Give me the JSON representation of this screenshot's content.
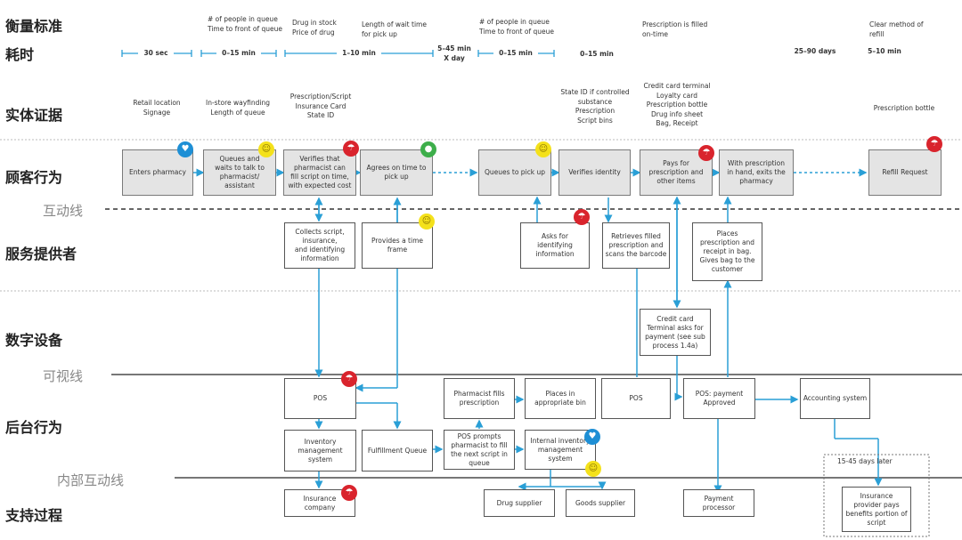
{
  "lanes": {
    "measure": "衡量标准",
    "time": "耗时",
    "evidence": "实体证据",
    "customer": "顾客行为",
    "interaction_line": "互动线",
    "provider": "服务提供者",
    "digital": "数字设备",
    "visibility_line": "可视线",
    "backstage": "后台行为",
    "internal_line": "内部互动线",
    "support": "支持过程"
  },
  "measures": {
    "m1": "# of people in queue\nTime to front of queue",
    "m2": "Drug in stock\nPrice of drug",
    "m3": "Length of wait time\nfor pick up",
    "m4": "# of people in queue\nTime to front of queue",
    "m5": "Prescription is filled\non-time",
    "m6": "Clear method of\nrefill"
  },
  "times": {
    "t1": "30 sec",
    "t2": "0–15 min",
    "t3": "1–10 min",
    "t4": "5–45 min\nX day",
    "t5": "0–15 min",
    "t6": "0–15 min",
    "t7": "25–90 days",
    "t8": "5–10 min"
  },
  "evidence": {
    "e1": "Retail location\nSignage",
    "e2": "In-store wayfinding\nLength of queue",
    "e3": "Prescription/Script\nInsurance Card\nState ID",
    "e4": "State ID if controlled\nsubstance\nPrescription\nScript bins",
    "e5": "Credit card terminal\nLoyalty card\nPrescription bottle\nDrug info sheet\nBag, Receipt",
    "e6": "Prescription bottle"
  },
  "customer": {
    "c1": "Enters pharmacy",
    "c2": "Queues and\nwaits to talk to\npharmacist/\nassistant",
    "c3": "Verifies that\npharmacist can\nfill script on time,\nwith expected cost",
    "c4": "Agrees on time to\npick up",
    "c5": "Queues to pick up",
    "c6": "Verifies identity",
    "c7": "Pays for\nprescription and\nother items",
    "c8": "With prescription\nin hand, exits the\npharmacy",
    "c9": "Refill Request"
  },
  "provider": {
    "p1": "Collects script,\ninsurance,\nand identifying\ninformation",
    "p2": "Provides a time\nframe",
    "p3": "Asks for\nidentifying\ninformation",
    "p4": "Retrieves filled\nprescription and\nscans the barcode",
    "p5": "Places\nprescription and\nreceipt in bag.\nGives bag to the\ncustomer"
  },
  "digital": {
    "d1": "Credit card\nTerminal asks for\npayment (see sub\nprocess 1.4a)"
  },
  "backstage": {
    "b1": "POS",
    "b2": "Inventory\nmanagement\nsystem",
    "b3": "Fulfillment Queue",
    "b4": "Pharmacist fills\nprescription",
    "b5": "Places in\nappropriate bin",
    "b6": "POS prompts\npharmacist to fill\nthe next script in\nqueue",
    "b7": "Internal inventory\nmanagement\nsystem",
    "b8": "POS",
    "b9": "POS: payment\nApproved",
    "b10": "Accounting system"
  },
  "support": {
    "s1": "Insurance\ncompany",
    "s2": "Drug supplier",
    "s3": "Goods supplier",
    "s4": "Payment\nprocessor",
    "s5_note": "15-45 days later",
    "s5": "Insurance\nprovider pays\nbenefits portion of\nscript"
  },
  "icons": {
    "heart": "heart-icon",
    "smile": "smile-icon",
    "umbrella": "umbrella-icon",
    "apple": "apple-icon"
  },
  "colors": {
    "accent": "#2a9fd6",
    "red": "#d9242d",
    "blue": "#1e8fd5",
    "yellow": "#f4e11b",
    "green": "#3dae4a",
    "front_box": "#e4e4e4"
  }
}
